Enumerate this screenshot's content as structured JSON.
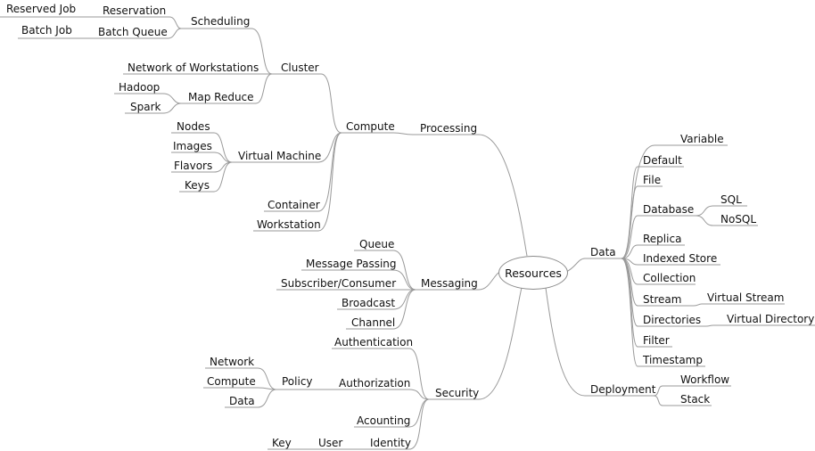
{
  "root": "Resources",
  "nodes": {
    "reserved_job": "Reserved Job",
    "reservation": "Reservation",
    "scheduling": "Scheduling",
    "batch_job": "Batch Job",
    "batch_queue": "Batch Queue",
    "network_of_workstations": "Network of Workstations",
    "cluster": "Cluster",
    "hadoop": "Hadoop",
    "map_reduce": "Map Reduce",
    "spark": "Spark",
    "compute": "Compute",
    "processing": "Processing",
    "nodes": "Nodes",
    "images": "Images",
    "virtual_machine": "Virtual Machine",
    "flavors": "Flavors",
    "keys": "Keys",
    "container": "Container",
    "workstation": "Workstation",
    "queue": "Queue",
    "message_passing": "Message Passing",
    "subscriber_consumer": "Subscriber/Consumer",
    "messaging": "Messaging",
    "broadcast": "Broadcast",
    "channel": "Channel",
    "authentication": "Authentication",
    "network": "Network",
    "compute_policy": "Compute",
    "policy": "Policy",
    "authorization": "Authorization",
    "data_policy": "Data",
    "security": "Security",
    "acounting": "Acounting",
    "key": "Key",
    "user": "User",
    "identity": "Identity",
    "variable": "Variable",
    "default": "Default",
    "file": "File",
    "database": "Database",
    "sql": "SQL",
    "nosql": "NoSQL",
    "data": "Data",
    "replica": "Replica",
    "indexed_store": "Indexed Store",
    "collection": "Collection",
    "stream": "Stream",
    "virtual_stream": "Virtual Stream",
    "directories": "Directories",
    "virtual_directory": "Virtual Directory",
    "filter": "Filter",
    "timestamp": "Timestamp",
    "deployment": "Deployment",
    "workflow": "Workflow",
    "stack": "Stack"
  }
}
